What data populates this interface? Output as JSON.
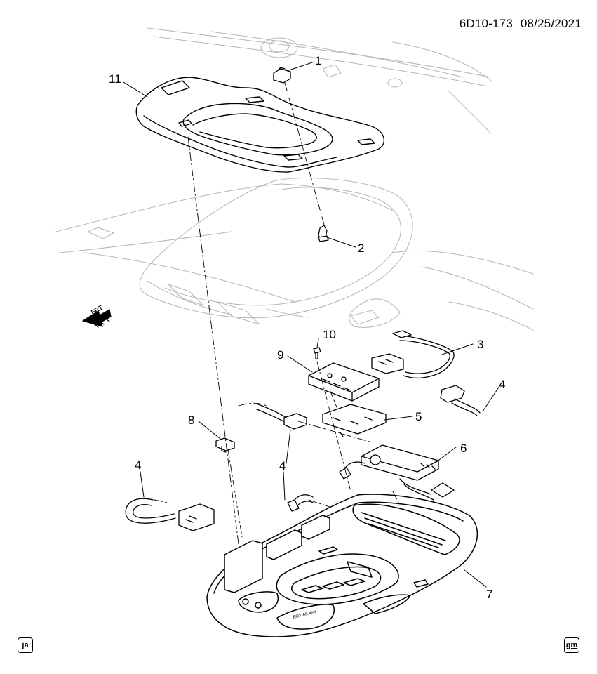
{
  "header": {
    "diagram_code": "6D10-173",
    "date": "08/25/2021"
  },
  "callouts": [
    {
      "id": "c1",
      "label": "1"
    },
    {
      "id": "c2",
      "label": "2"
    },
    {
      "id": "c3",
      "label": "3"
    },
    {
      "id": "c4a",
      "label": "4"
    },
    {
      "id": "c4b",
      "label": "4"
    },
    {
      "id": "c4c",
      "label": "4"
    },
    {
      "id": "c5",
      "label": "5"
    },
    {
      "id": "c6",
      "label": "6"
    },
    {
      "id": "c7",
      "label": "7"
    },
    {
      "id": "c8",
      "label": "8"
    },
    {
      "id": "c9",
      "label": "9"
    },
    {
      "id": "c10",
      "label": "10"
    },
    {
      "id": "c11",
      "label": "11"
    }
  ],
  "direction_indicator": {
    "label": "FRT",
    "icon": "front-arrow-icon"
  },
  "corner_badges": {
    "left": "ja",
    "right": "gm"
  },
  "console_text": "BOX AS ###"
}
